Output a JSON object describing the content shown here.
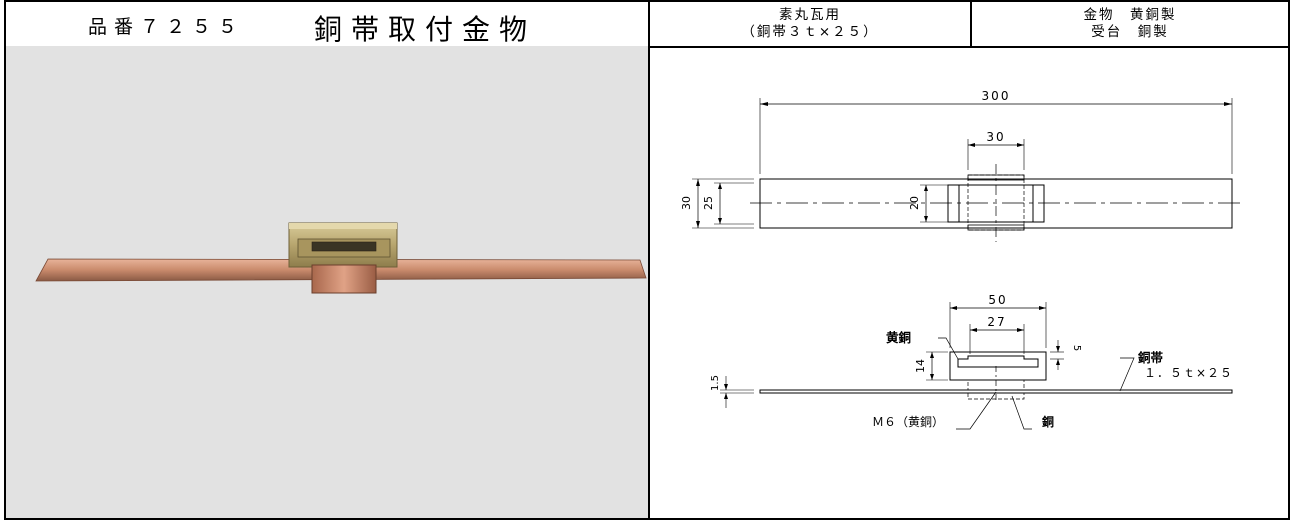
{
  "header": {
    "part_number": "品番７２５５",
    "title": "銅帯取付金物",
    "usage_line1": "素丸瓦用",
    "usage_line2": "（銅帯３ｔ×２５）",
    "material_line1": "金物　黄銅製",
    "material_line2": "受台　銅製"
  },
  "drawing": {
    "dim_total_length": "300",
    "dim_clamp_width": "30",
    "dim_height_30": "30",
    "dim_height_25": "25",
    "dim_height_20": "20",
    "dim_50": "50",
    "dim_27": "27",
    "dim_5": "5",
    "dim_14": "14",
    "dim_1_5": "1.5",
    "label_brass": "黄銅",
    "label_copper_band": "銅帯",
    "label_copper_band_spec": "１．５ｔ×２５",
    "label_m6": "Ｍ６（黄銅）",
    "label_copper": "銅"
  }
}
